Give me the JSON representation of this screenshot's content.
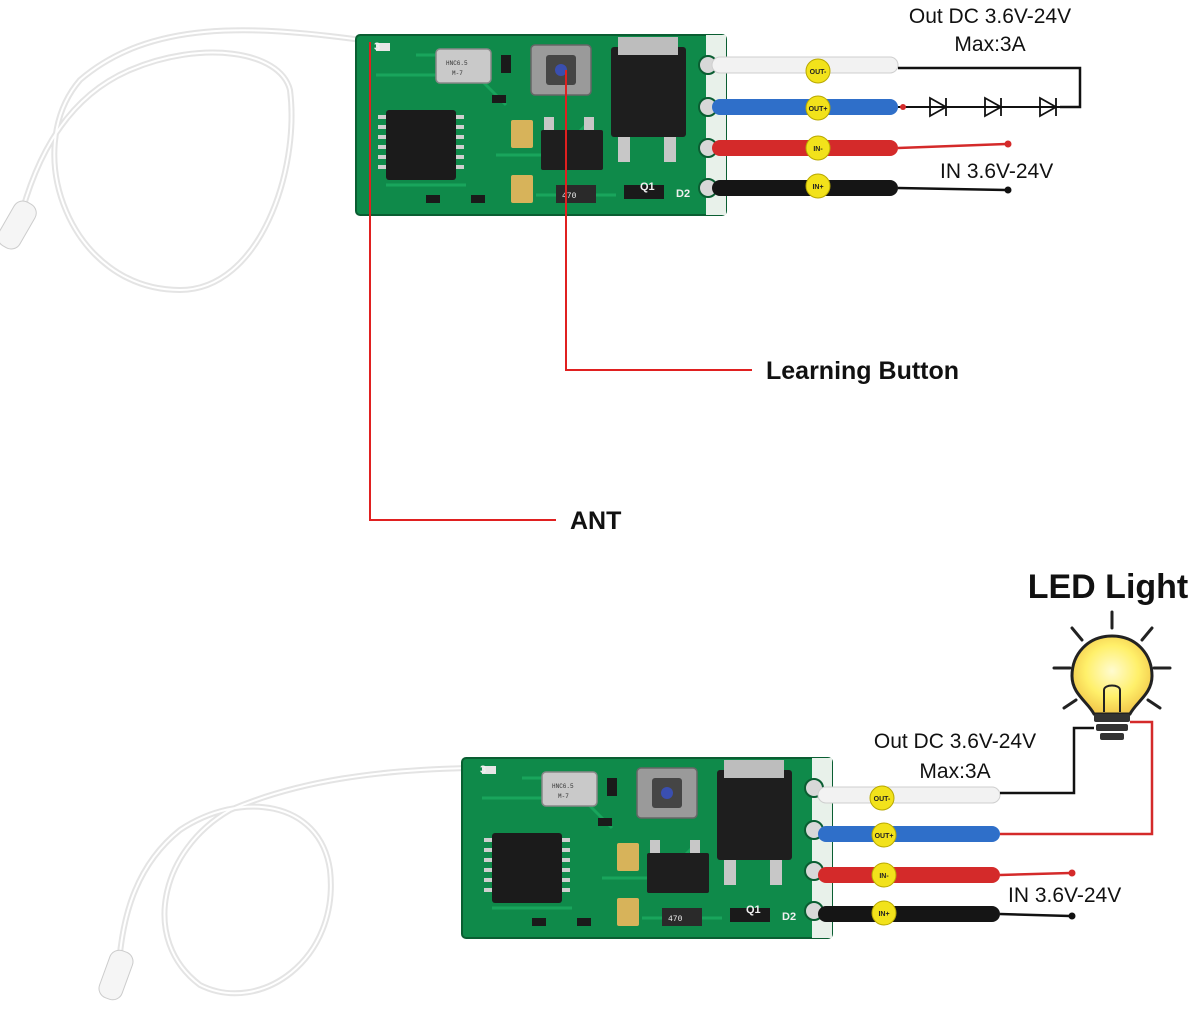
{
  "top": {
    "output_label": "Out DC 3.6V-24V",
    "max_label": "Max:3A",
    "input_label": "IN 3.6V-24V",
    "learning_button_label": "Learning Button",
    "ant_label": "ANT",
    "wire_tags": [
      "OUT-",
      "OUT+",
      "IN-",
      "IN+"
    ]
  },
  "bottom": {
    "led_label": "LED Light",
    "output_label": "Out DC 3.6V-24V",
    "max_label": "Max:3A",
    "input_label": "IN 3.6V-24V",
    "wire_tags": [
      "OUT-",
      "OUT+",
      "IN-",
      "IN+"
    ]
  },
  "board": {
    "resistor_marking": "470",
    "silk_q1": "Q1",
    "silk_d2": "D2",
    "silk_3": "3"
  },
  "colors": {
    "pcb": "#0f8a4a",
    "wire_white": "#f2f2f2",
    "wire_blue": "#2f6fc9",
    "wire_red": "#d42a2a",
    "wire_black": "#151515",
    "callout": "#e02020",
    "tag_yellow": "#f2e21b",
    "bulb": "#fff06a"
  }
}
